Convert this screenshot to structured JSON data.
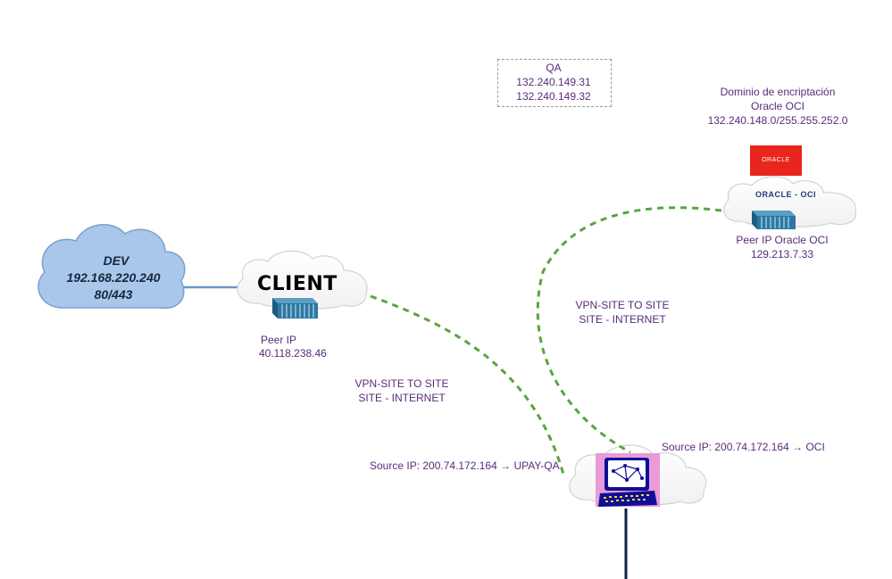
{
  "dev": {
    "title": "DEV",
    "ip": "192.168.220.240",
    "ports": "80/443"
  },
  "client": {
    "title": "CLIENT",
    "peer_label": "Peer IP",
    "peer_ip": "40.118.238.46"
  },
  "qa": {
    "title": "QA",
    "ip1": "132.240.149.31",
    "ip2": "132.240.149.32"
  },
  "oracle": {
    "domain_line1": "Dominio de encriptación",
    "domain_line2": "Oracle OCI",
    "domain_line3": "132.240.148.0/255.255.252.0",
    "logo_text": "ORACLE",
    "cloud_label": "ORACLE - OCI",
    "peer_label": "Peer IP Oracle OCI",
    "peer_ip": "129.213.7.33"
  },
  "vpn_left": {
    "line1": "VPN-SITE TO SITE",
    "line2": "SITE - INTERNET"
  },
  "vpn_right": {
    "line1": "VPN-SITE TO SITE",
    "line2": "SITE - INTERNET"
  },
  "source_left": "Source IP: 200.74.172.164 → UPAY-QA",
  "source_right": "Source IP: 200.74.172.164 → OCI",
  "colors": {
    "dev_cloud": "#a9c7ea",
    "dev_cloud_stroke": "#7aa0cf",
    "vpn_line": "#58a63a",
    "label_text": "#5a2b7a",
    "oracle_red": "#e8261e",
    "firewall": "#2b78a3",
    "monitor_bg": "#e99ad8",
    "monitor_body": "#0e0e96",
    "link_line": "#6a97c9"
  }
}
